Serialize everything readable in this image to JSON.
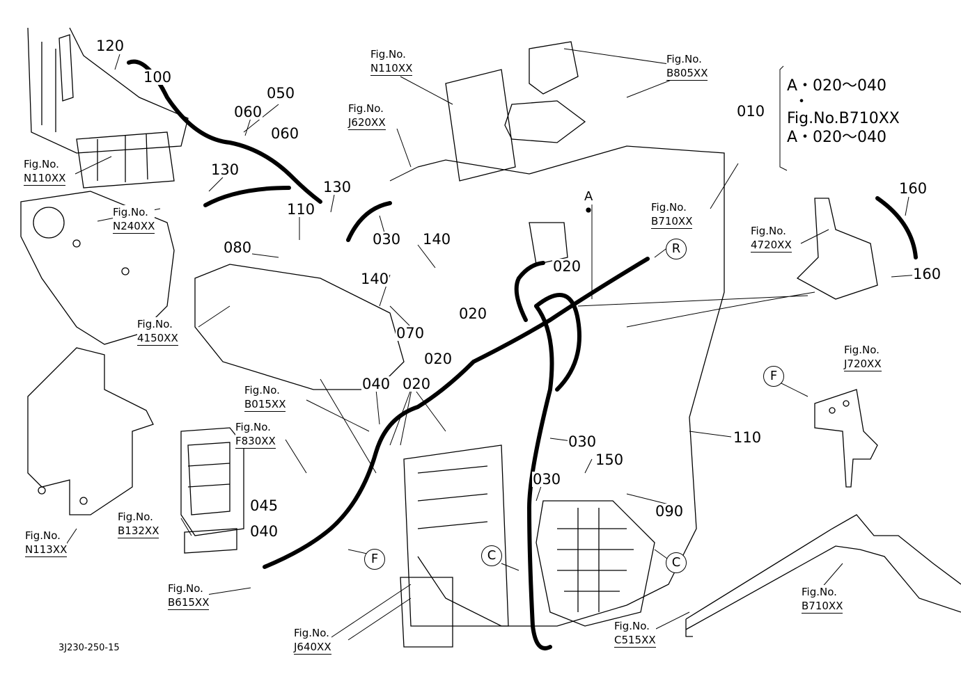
{
  "document_id": "3J230-250-15",
  "part_numbers": [
    "120",
    "100",
    "050",
    "060",
    "060",
    "130",
    "130",
    "110",
    "030",
    "140",
    "080",
    "140",
    "070",
    "020",
    "020",
    "020",
    "040",
    "020",
    "110",
    "030",
    "150",
    "030",
    "090",
    "045",
    "040",
    "160",
    "160",
    "010",
    "A"
  ],
  "figure_refs": [
    {
      "prefix": "Fig.No.",
      "code": "N110XX"
    },
    {
      "prefix": "Fig.No.",
      "code": "J620XX"
    },
    {
      "prefix": "Fig.No.",
      "code": "B805XX"
    },
    {
      "prefix": "Fig.No.",
      "code": "B710XX"
    },
    {
      "prefix": "Fig.No.",
      "code": "N110XX"
    },
    {
      "prefix": "Fig.No.",
      "code": "N240XX"
    },
    {
      "prefix": "Fig.No.",
      "code": "4150XX"
    },
    {
      "prefix": "Fig.No.",
      "code": "4720XX"
    },
    {
      "prefix": "Fig.No.",
      "code": "J720XX"
    },
    {
      "prefix": "Fig.No.",
      "code": "B015XX"
    },
    {
      "prefix": "Fig.No.",
      "code": "F830XX"
    },
    {
      "prefix": "Fig.No.",
      "code": "B132XX"
    },
    {
      "prefix": "Fig.No.",
      "code": "N113XX"
    },
    {
      "prefix": "Fig.No.",
      "code": "B615XX"
    },
    {
      "prefix": "Fig.No.",
      "code": "B710XX"
    },
    {
      "prefix": "Fig.No.",
      "code": "C515XX"
    },
    {
      "prefix": "Fig.No.",
      "code": "J640XX"
    }
  ],
  "connection_markers": [
    "R",
    "F",
    "F",
    "C",
    "C"
  ],
  "assembly_note": {
    "lines": [
      "A・020～040",
      "・",
      "Fig.No.B710XX",
      "A・020～040"
    ]
  }
}
